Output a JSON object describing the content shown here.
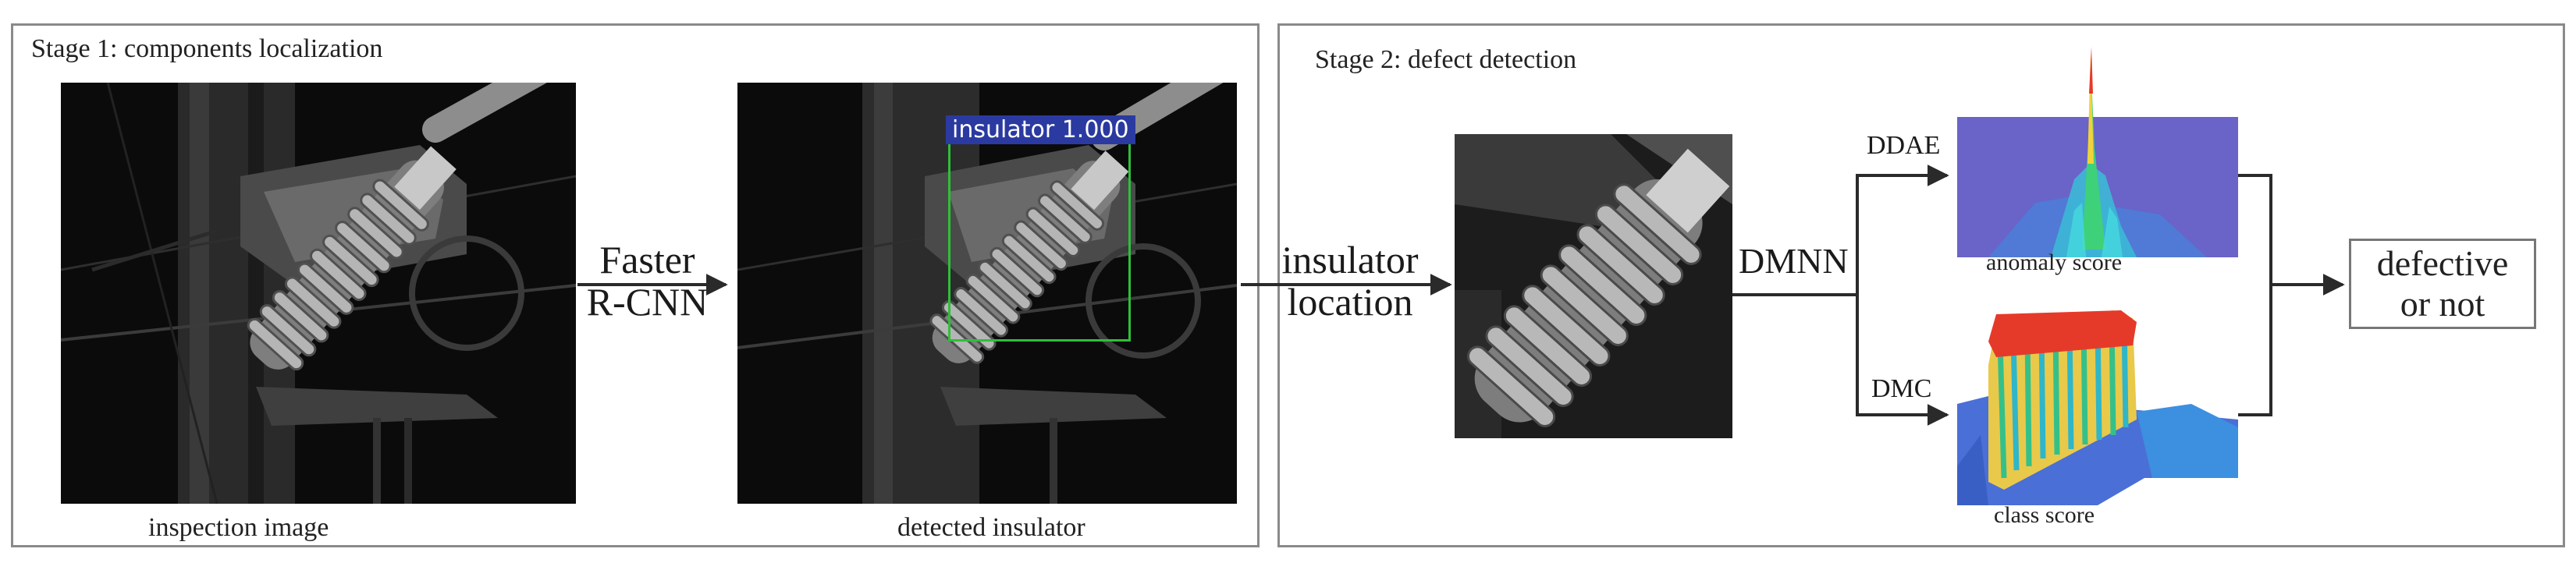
{
  "stage1": {
    "title": "Stage 1: components  localization",
    "inspection_caption": "inspection image",
    "detected_caption": "detected  insulator",
    "method_line1": "Faster",
    "method_line2": "R-CNN",
    "detection_tag": "insulator 1.000"
  },
  "stage2": {
    "title": "Stage 2:  defect detection",
    "input_line1": "insulator",
    "input_line2": "location",
    "network": "DMNN",
    "branch_top": "DDAE",
    "branch_bottom": "DMC",
    "anomaly_caption": "anomaly score",
    "class_caption": "class score",
    "result_line1": "defective",
    "result_line2": "or not"
  },
  "colors": {
    "border": "#8a8a8a",
    "detection_box": "#2fbf3a",
    "detection_tag_bg": "#2b3aa0",
    "anomaly_plot_bg": "#6a63c8",
    "class_plot_peak": "#e53a2a"
  }
}
